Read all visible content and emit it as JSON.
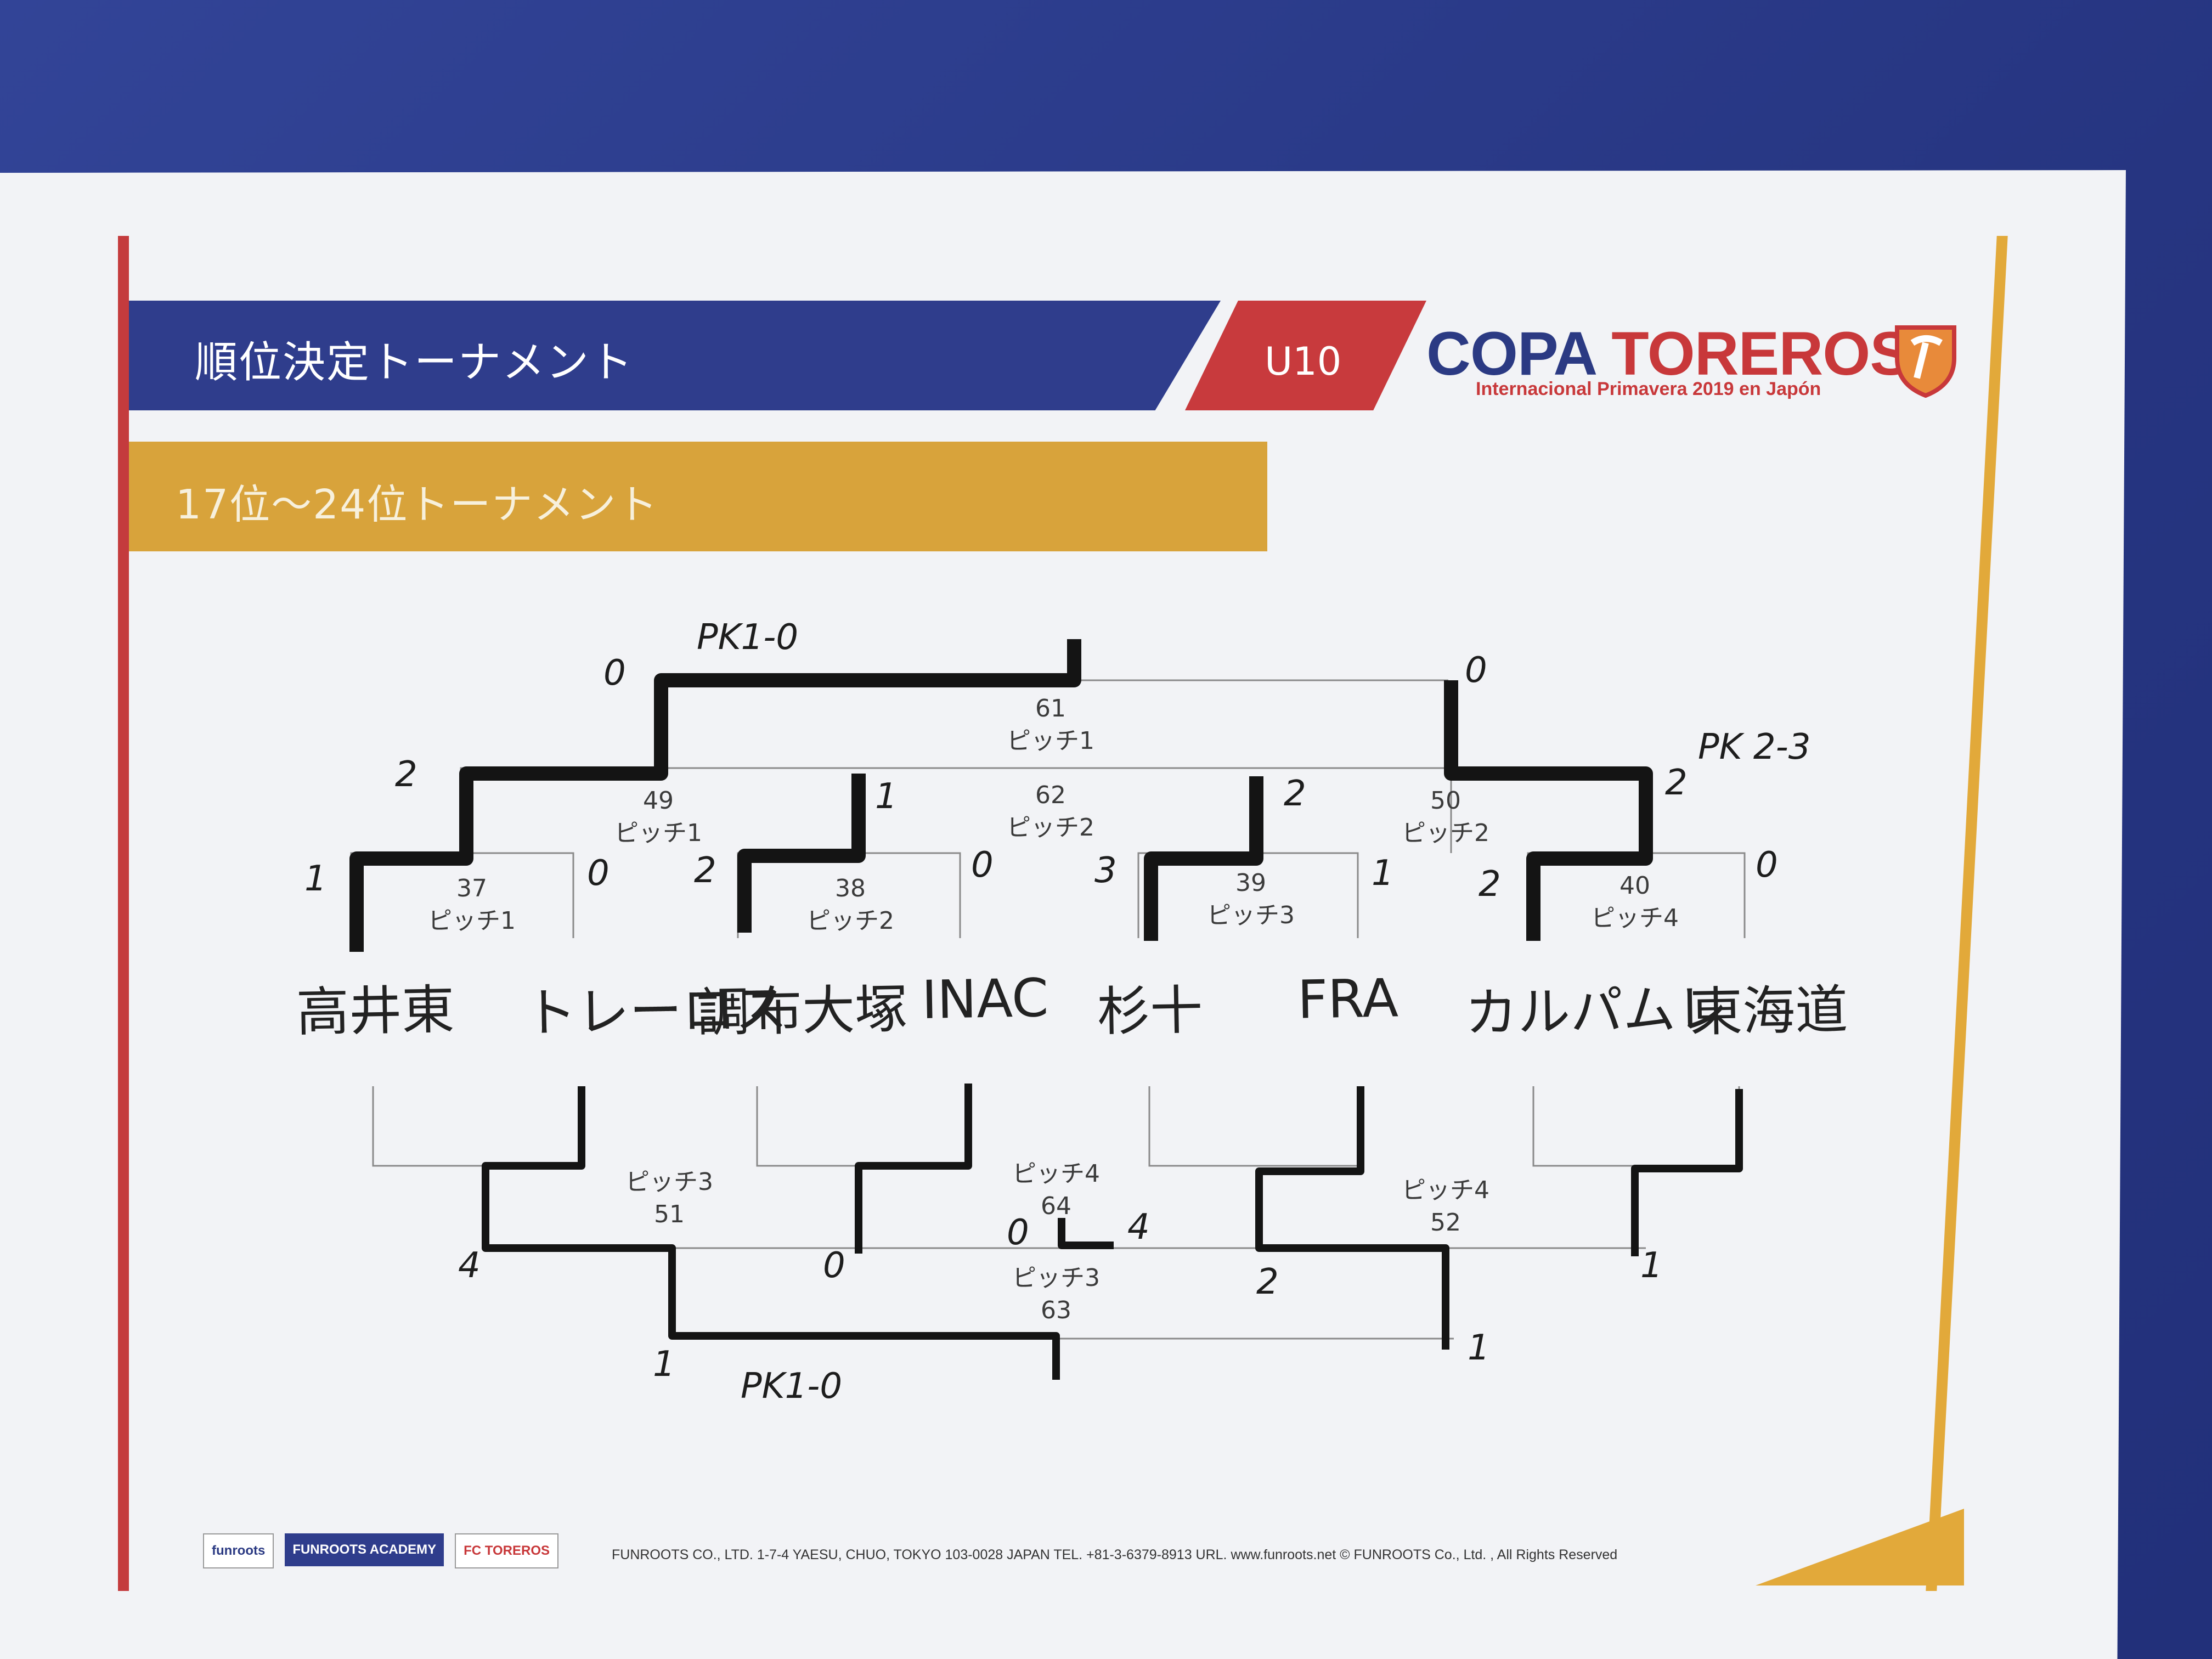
{
  "header": {
    "title": "順位決定トーナメント",
    "category": "U10",
    "brand_part1": "COPA ",
    "brand_part2": "TOREROS",
    "brand_subtitle": "Internacional Primavera 2019 en Japón"
  },
  "subheader": {
    "title": "17位～24位トーナメント"
  },
  "teams": [
    "高井東",
    "トレーロス",
    "調布大塚",
    "INAC",
    "杉十",
    "FRA",
    "カルパムレ",
    "東海道"
  ],
  "upper_matches": [
    {
      "no": "37",
      "pitch": "ピッチ1",
      "scores": [
        "1",
        "0"
      ]
    },
    {
      "no": "38",
      "pitch": "ピッチ2",
      "scores": [
        "2",
        "0"
      ]
    },
    {
      "no": "39",
      "pitch": "ピッチ3",
      "scores": [
        "3",
        "1"
      ]
    },
    {
      "no": "40",
      "pitch": "ピッチ4",
      "scores": [
        "2",
        "0"
      ]
    },
    {
      "no": "49",
      "pitch": "ピッチ1",
      "scores": [
        "2",
        "1"
      ]
    },
    {
      "no": "50",
      "pitch": "ピッチ2",
      "scores": [
        "2",
        "2"
      ],
      "note": "PK 2-3"
    },
    {
      "no": "61",
      "pitch": "ピッチ1",
      "scores": [
        "0",
        "0"
      ],
      "note": "PK1-0"
    },
    {
      "no": "62",
      "pitch": "ピッチ2"
    }
  ],
  "lower_matches": [
    {
      "no": "51",
      "pitch": "ピッチ3",
      "scores": [
        "4",
        "0"
      ]
    },
    {
      "no": "52",
      "pitch": "ピッチ4",
      "scores": [
        "2",
        "1"
      ]
    },
    {
      "no": "63",
      "pitch": "ピッチ3",
      "scores": [
        "1",
        "1"
      ],
      "note": "PK1-0"
    },
    {
      "no": "64",
      "pitch": "ピッチ4",
      "scores": [
        "0",
        "4"
      ]
    }
  ],
  "footer": {
    "logos": [
      "funroots",
      "FUNROOTS ACADEMY",
      "FC TOREROS"
    ],
    "text": "FUNROOTS CO., LTD. 1-7-4 YAESU, CHUO, TOKYO 103-0028 JAPAN TEL. +81-3-6379-8913 URL. www.funroots.net © FUNROOTS Co., Ltd. , All Rights Reserved"
  },
  "colors": {
    "navy": "#2f3d8c",
    "red": "#c83a3d",
    "gold": "#d8a33b",
    "paper": "#f2f3f6",
    "board": "#2b3b86"
  }
}
